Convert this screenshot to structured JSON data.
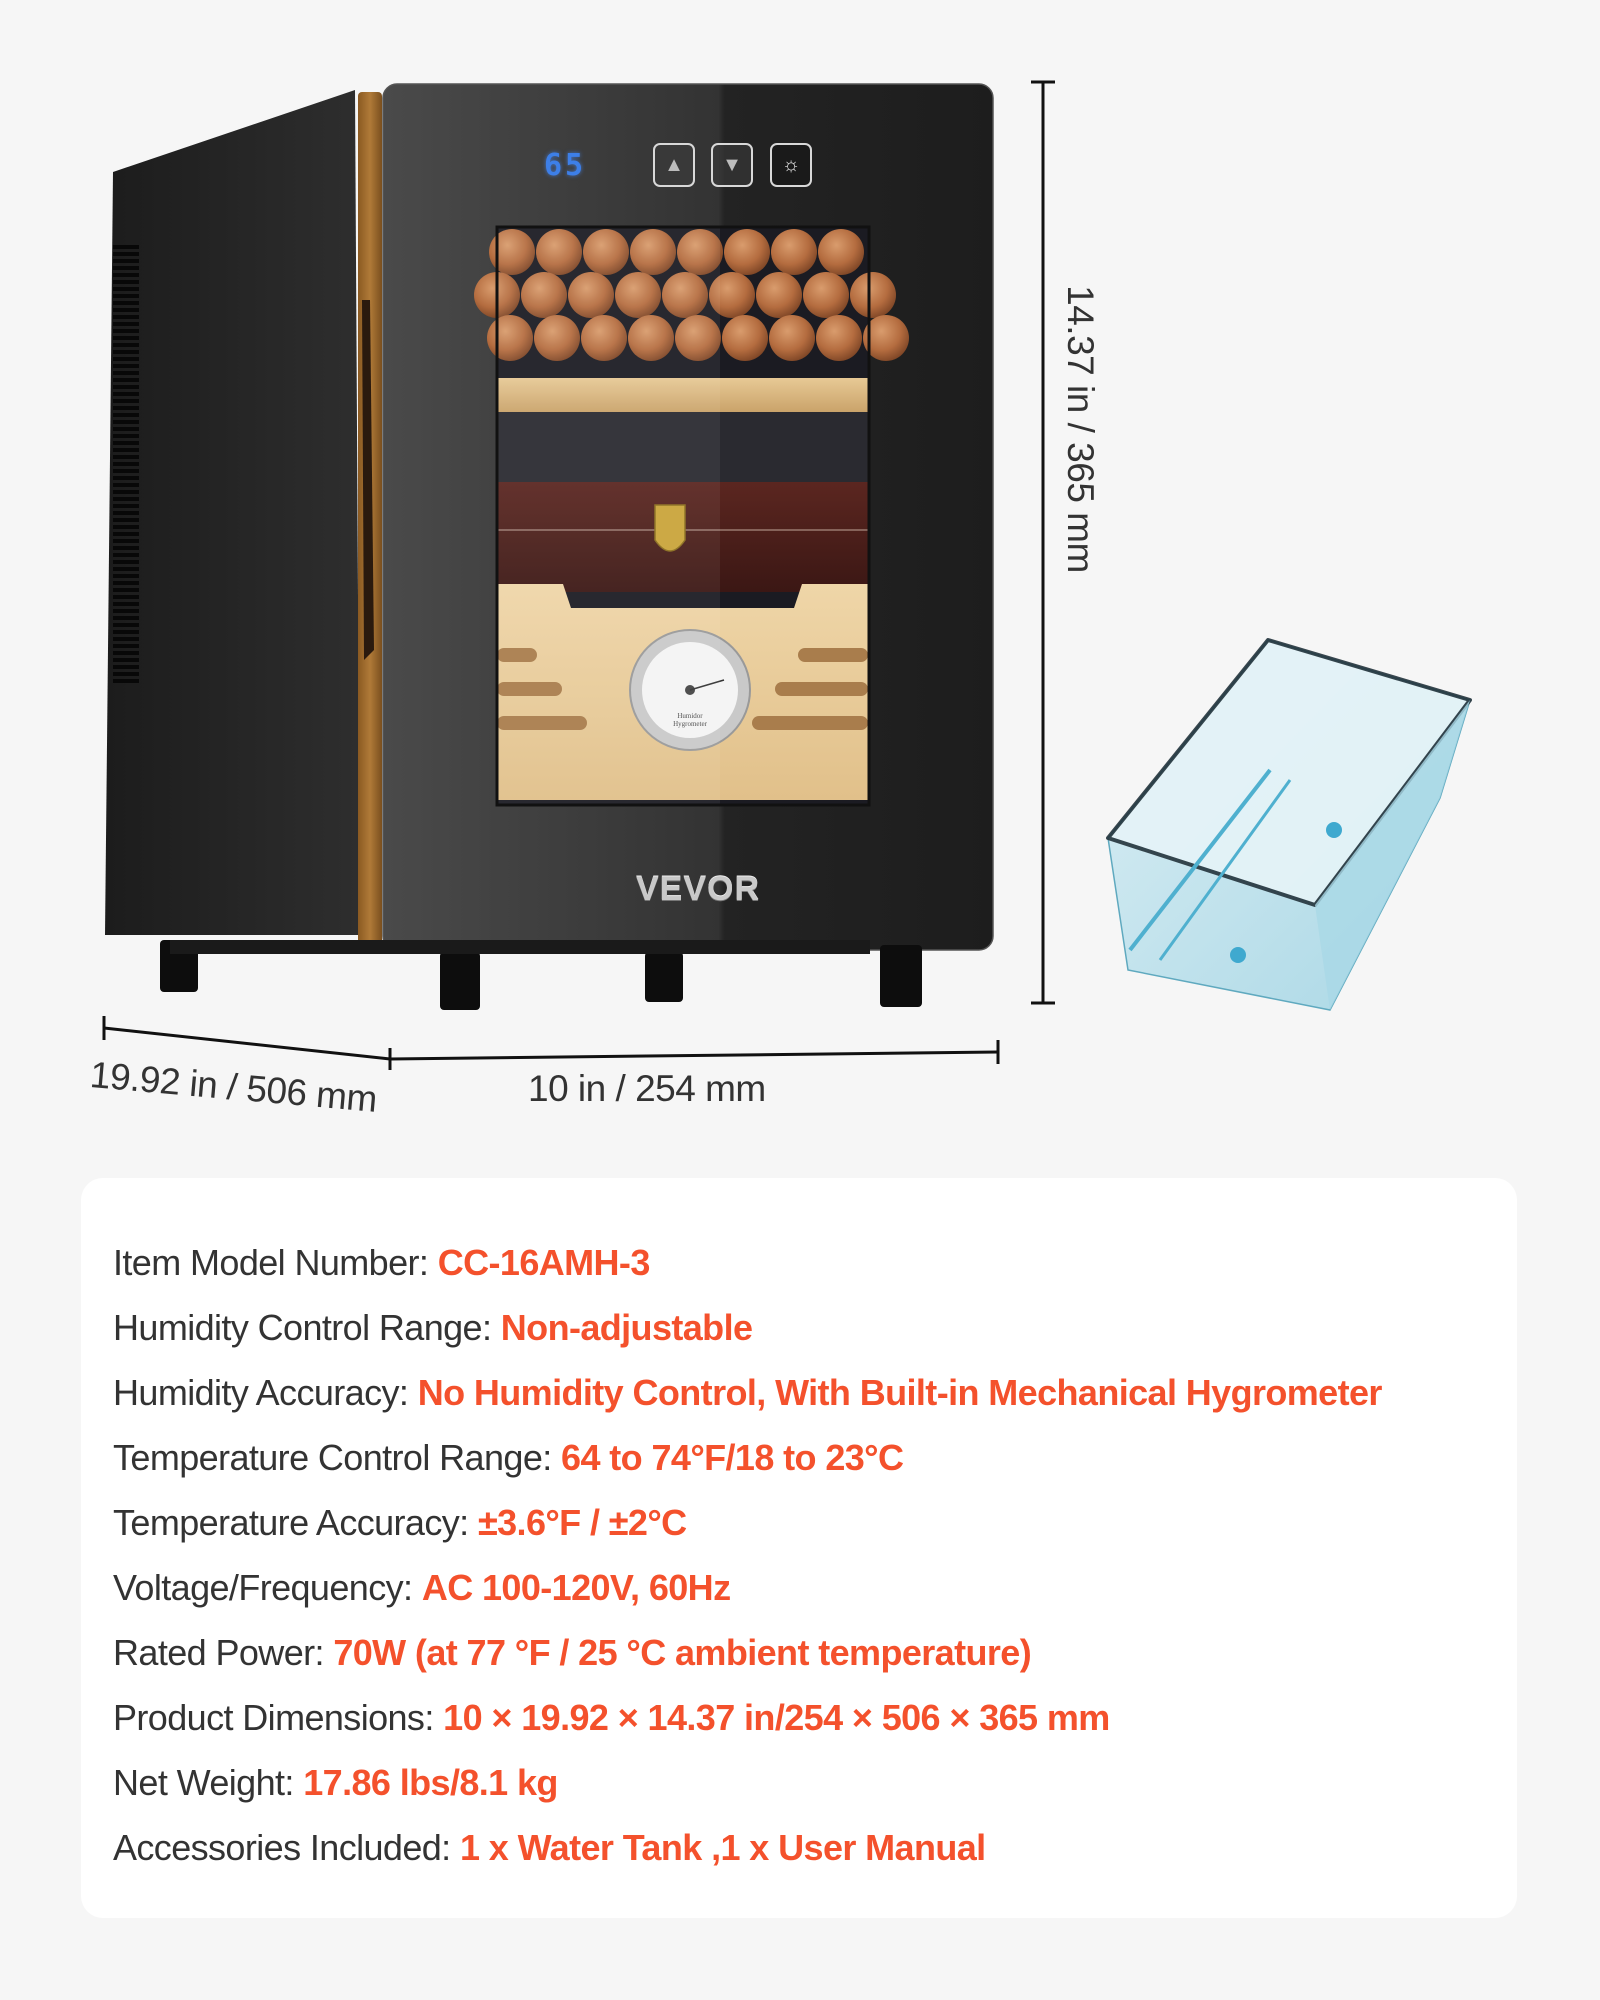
{
  "product": {
    "brand": "VEVOR",
    "temperature_display": "65",
    "controls": [
      {
        "name": "up",
        "icon": "chevron-up-icon",
        "glyph": "▲"
      },
      {
        "name": "down",
        "icon": "chevron-down-icon",
        "glyph": "▼"
      },
      {
        "name": "light",
        "icon": "light-bulb-icon",
        "glyph": "☼"
      }
    ],
    "hygrometer_label_line1": "Humidor",
    "hygrometer_label_line2": "Hygrometer",
    "accessory": "water-tank"
  },
  "dimensions": {
    "depth": "19.92 in / 506 mm",
    "width": "10 in / 254 mm",
    "height": "14.37 in / 365 mm"
  },
  "colors": {
    "accent": "#f4512c",
    "label": "#333333",
    "background": "#f6f6f6",
    "card": "#ffffff",
    "display_blue": "#3d7fe8"
  },
  "specs": [
    {
      "label": "Item Model Number: ",
      "value": "CC-16AMH-3"
    },
    {
      "label": "Humidity Control Range:  ",
      "value": "Non-adjustable"
    },
    {
      "label": "Humidity Accuracy: ",
      "value": "No Humidity Control, With Built-in Mechanical Hygrometer"
    },
    {
      "label": "Temperature Control Range: ",
      "value": "64 to 74°F/18 to 23°C"
    },
    {
      "label": "Temperature Accuracy: ",
      "value": "±3.6°F / ±2°C"
    },
    {
      "label": "Voltage/Frequency: ",
      "value": "AC 100-120V, 60Hz"
    },
    {
      "label": "Rated Power:  ",
      "value": "70W (at 77 °F / 25 °C ambient temperature)"
    },
    {
      "label": "Product Dimensions: ",
      "value": "10 × 19.92 × 14.37 in/254 × 506 × 365 mm"
    },
    {
      "label": "Net Weight: ",
      "value": "17.86 lbs/8.1 kg"
    },
    {
      "label": "Accessories Included: ",
      "value": "1 x Water Tank ,1 x User Manual"
    }
  ]
}
